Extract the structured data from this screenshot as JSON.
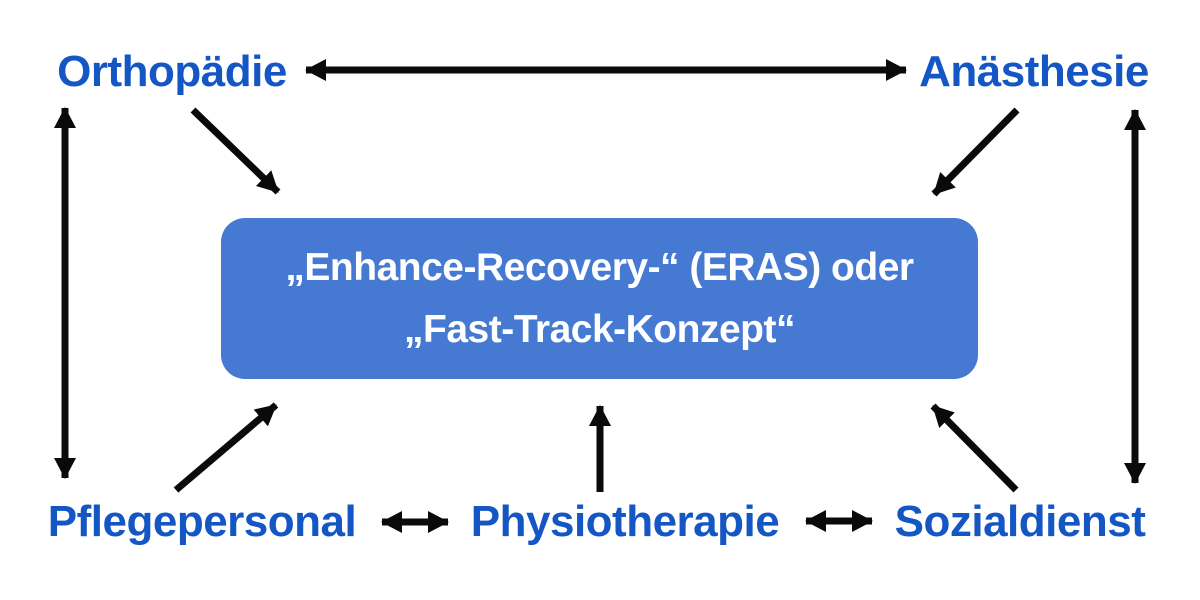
{
  "diagram": {
    "nodes": {
      "orthopaedie": "Orthopädie",
      "anaesthesie": "Anästhesie",
      "pflegepersonal": "Pflegepersonal",
      "physiotherapie": "Physiotherapie",
      "sozialdienst": "Sozialdienst"
    },
    "center_box": {
      "line1": "„Enhance-Recovery-“ (ERAS) oder",
      "line2": "„Fast-Track-Konzept“"
    },
    "connections": [
      {
        "from": "Orthopädie",
        "to": "Anästhesie",
        "direction": "both"
      },
      {
        "from": "Orthopädie",
        "to": "Pflegepersonal",
        "direction": "both"
      },
      {
        "from": "Anästhesie",
        "to": "Sozialdienst",
        "direction": "both"
      },
      {
        "from": "Orthopädie",
        "to": "center_box",
        "direction": "to"
      },
      {
        "from": "Anästhesie",
        "to": "center_box",
        "direction": "to"
      },
      {
        "from": "Pflegepersonal",
        "to": "center_box",
        "direction": "to"
      },
      {
        "from": "Physiotherapie",
        "to": "center_box",
        "direction": "to"
      },
      {
        "from": "Sozialdienst",
        "to": "center_box",
        "direction": "to"
      },
      {
        "from": "Pflegepersonal",
        "to": "Physiotherapie",
        "direction": "both"
      },
      {
        "from": "Physiotherapie",
        "to": "Sozialdienst",
        "direction": "both"
      }
    ],
    "colors": {
      "node_text": "#1456c4",
      "box_fill": "#4579d2",
      "box_text": "#ffffff",
      "arrow": "#0a0a0a",
      "background": "#ffffff"
    }
  }
}
